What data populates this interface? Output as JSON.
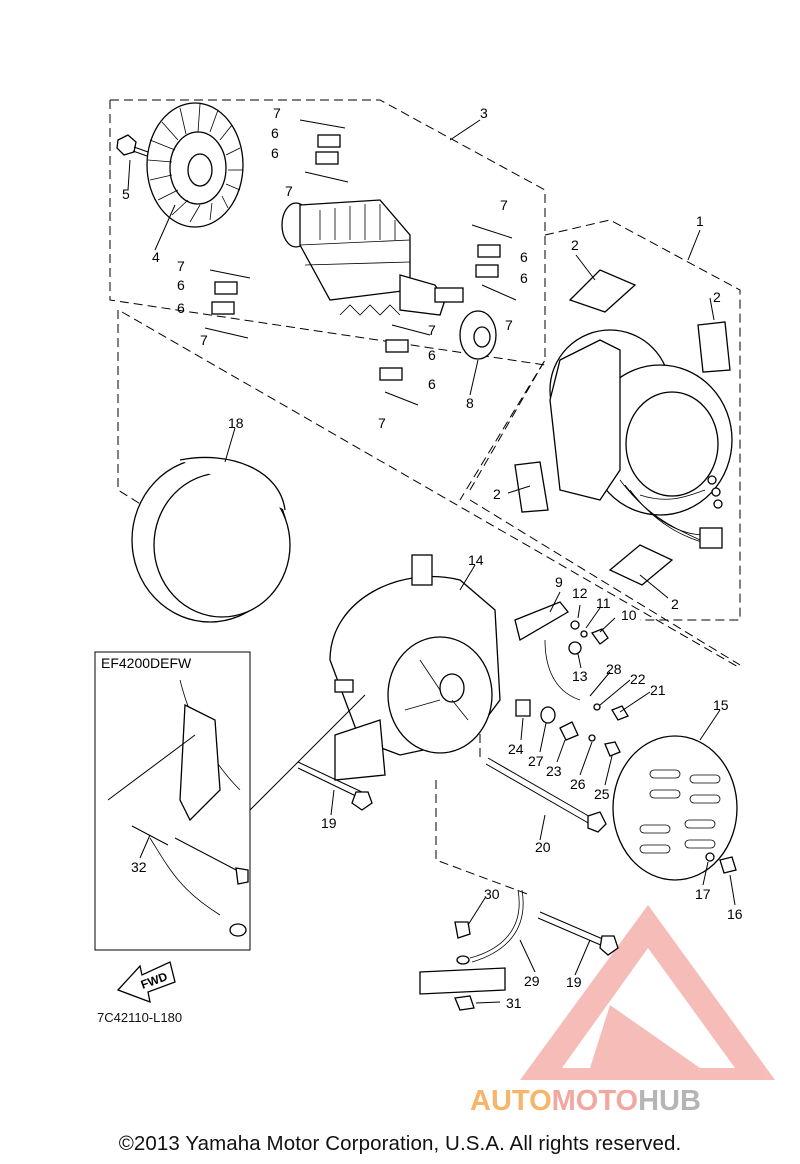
{
  "callouts": {
    "c1": "1",
    "c2a": "2",
    "c2b": "2",
    "c2c": "2",
    "c2d": "2",
    "c3": "3",
    "c4": "4",
    "c5": "5",
    "c6a": "6",
    "c6b": "6",
    "c6c": "6",
    "c6d": "6",
    "c6e": "6",
    "c6f": "6",
    "c6g": "6",
    "c6h": "6",
    "c7a": "7",
    "c7b": "7",
    "c7c": "7",
    "c7d": "7",
    "c7e": "7",
    "c7f": "7",
    "c7g": "7",
    "c7h": "7",
    "c8": "8",
    "c9": "9",
    "c10": "10",
    "c11": "11",
    "c12": "12",
    "c13": "13",
    "c14": "14",
    "c15": "15",
    "c16": "16",
    "c17": "17",
    "c18": "18",
    "c19a": "19",
    "c19b": "19",
    "c20": "20",
    "c21": "21",
    "c22": "22",
    "c23": "23",
    "c24": "24",
    "c25": "25",
    "c26": "26",
    "c27": "27",
    "c28": "28",
    "c29": "29",
    "c30": "30",
    "c31": "31",
    "c32": "32"
  },
  "inset": {
    "title": "EF4200DEFW"
  },
  "fwd_label": "FWD",
  "diagram_code": "7C42110-L180",
  "copyright": "©2013 Yamaha Motor Corporation, U.S.A. All rights reserved.",
  "watermark": {
    "part1": "AUTO",
    "part2": "MOTO",
    "part3": "HUB"
  },
  "colors": {
    "watermark_red": "#f3a7a1",
    "watermark_orange": "#f7b56a",
    "watermark_gray": "#b5b5b5"
  }
}
